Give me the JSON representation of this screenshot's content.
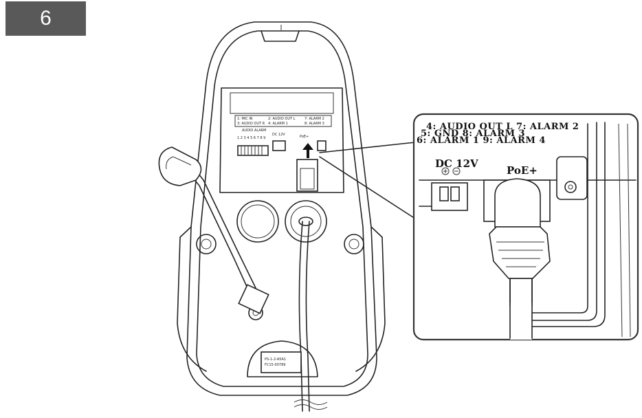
{
  "step": {
    "number": "6"
  },
  "camera": {
    "terminal_labels": [
      "1: MIC IN",
      "2: AUDIO OUT L",
      "3: AUDIO OUT R",
      "4: ALARM 1",
      "7: ALARM 2",
      "8: ALARM 3"
    ],
    "audio_alarm_label": "AUDIO\nALARM",
    "pin_numbers": "1 2 3 4 5 6 7 8 9",
    "dc_label": "DC 12V",
    "poe_label": "PoE+",
    "plate_line1": "PS-1-2-A5A1",
    "plate_line2": "FC15-00789"
  },
  "zoom": {
    "terminal_lines": [
      "4: AUDIO OUT L   7: ALARM 2",
      "5: GND              8: ALARM 3",
      "6: ALARM 1          9: ALARM 4"
    ],
    "dc_label": "DC 12V",
    "poe_label": "PoE+"
  },
  "colors": {
    "badge": "#595959",
    "line": "#222222"
  }
}
